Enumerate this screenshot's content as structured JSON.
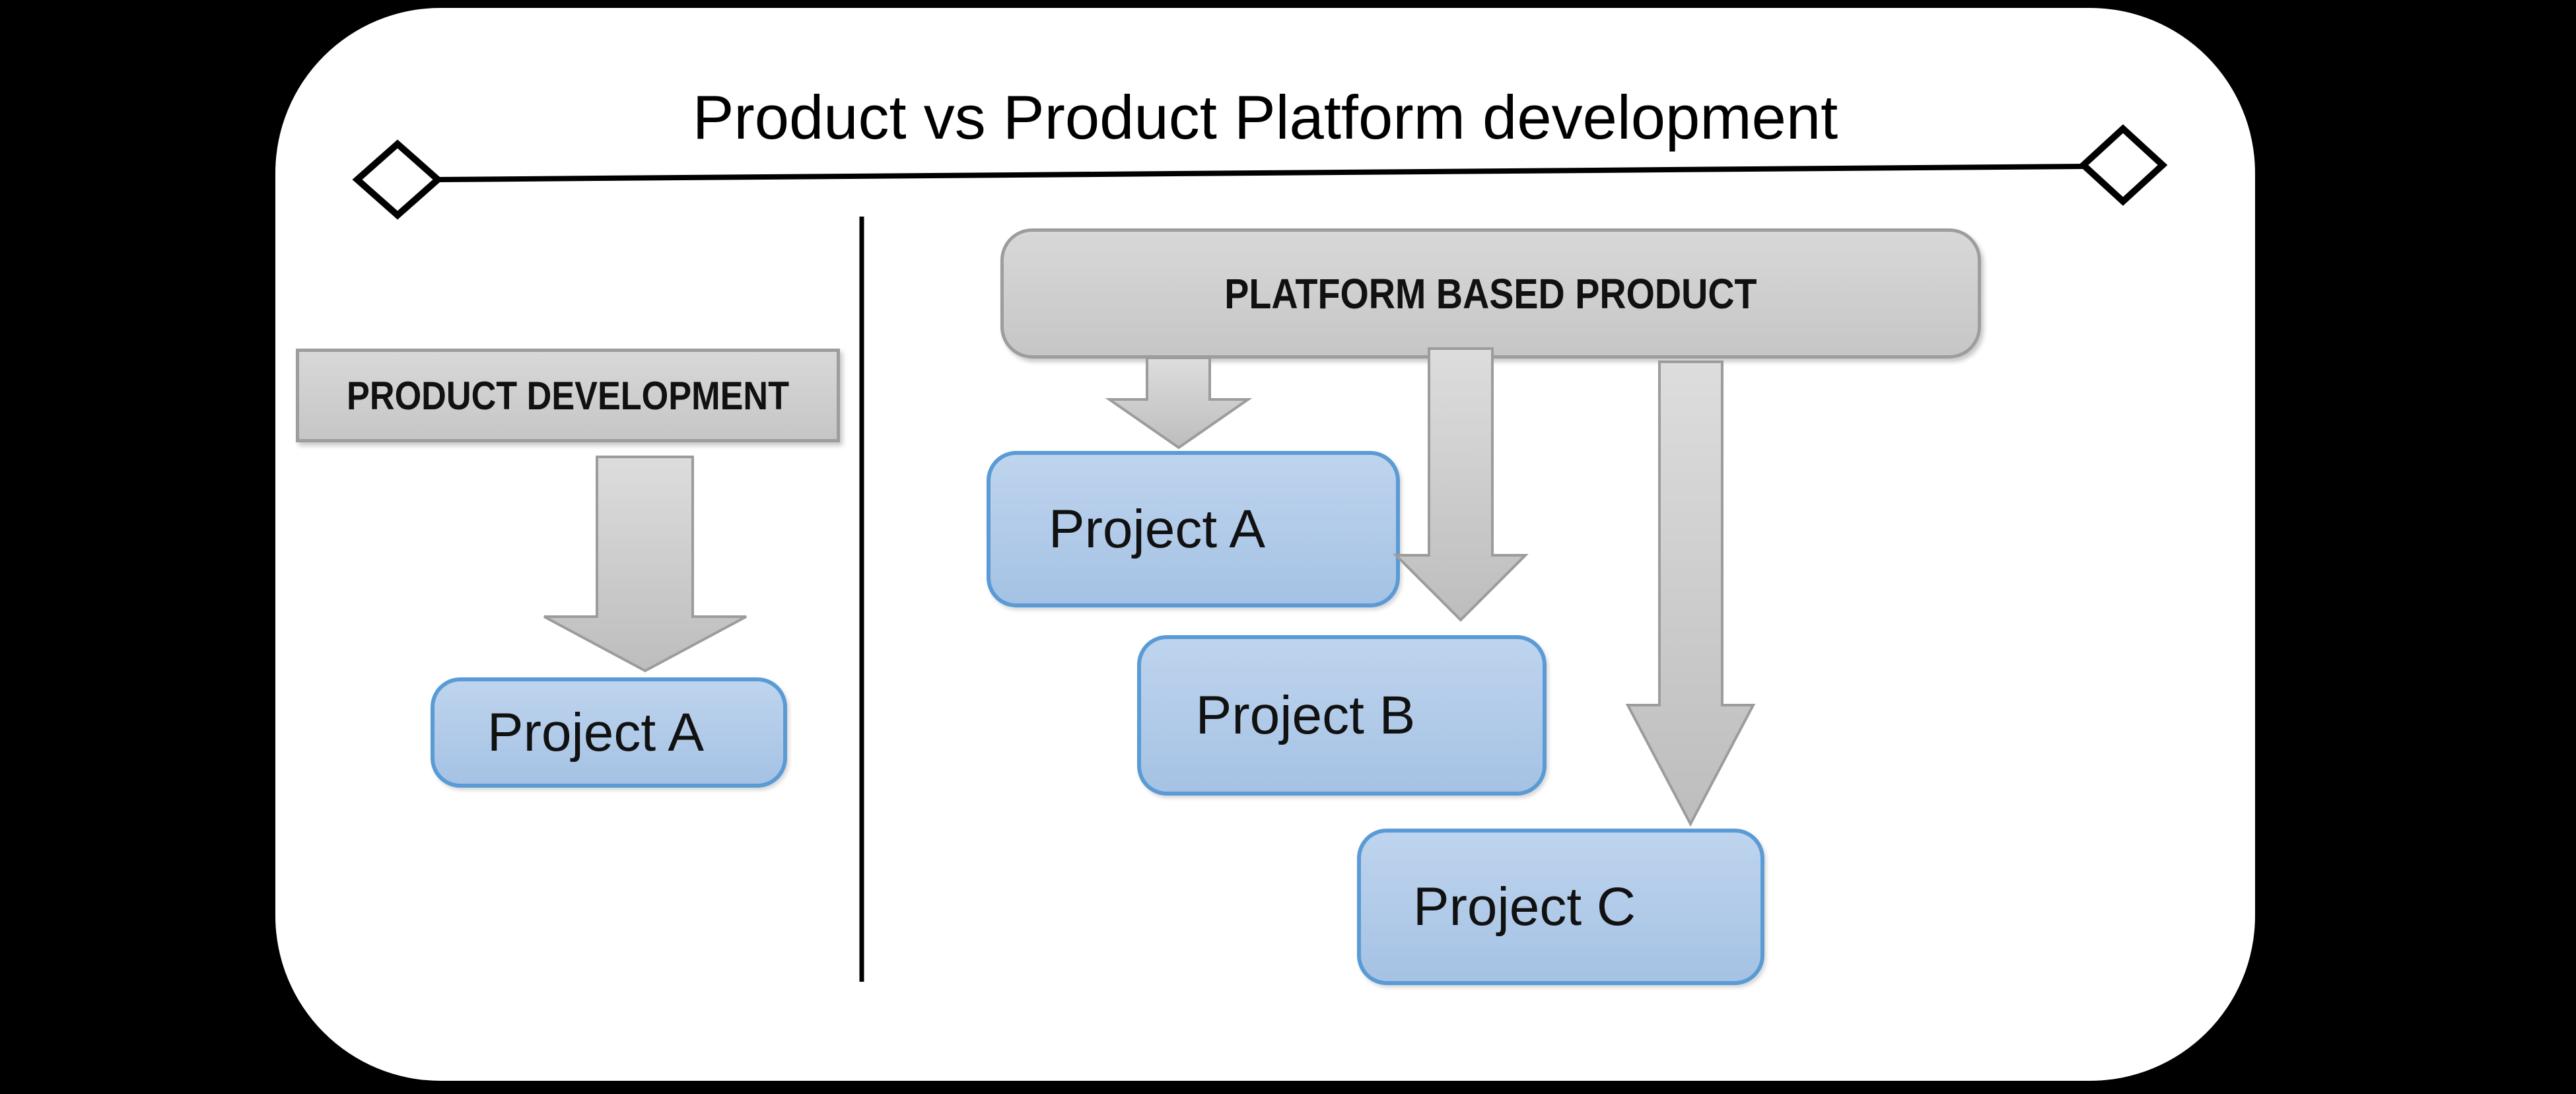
{
  "title": "Product vs Product Platform development",
  "colors": {
    "background": "#000000",
    "panel": "#ffffff",
    "rule_line": "#000000",
    "divider": "#000000",
    "text": "#111111",
    "gray_box_fill_top": "#d8d8d8",
    "gray_box_fill_bottom": "#c6c6c6",
    "gray_box_border": "#9d9d9d",
    "arrow_fill_top": "#dddddd",
    "arrow_fill_bottom": "#bdbdbd",
    "arrow_border": "#9c9c9c",
    "blue_box_fill_top": "#bed4ee",
    "blue_box_fill_bottom": "#a5c2e4",
    "blue_box_border": "#5b9bd5"
  },
  "left_section": {
    "header": "PRODUCT DEVELOPMENT",
    "projects": [
      {
        "label": "Project A"
      }
    ]
  },
  "right_section": {
    "header": "PLATFORM BASED PRODUCT",
    "projects": [
      {
        "label": "Project A"
      },
      {
        "label": "Project B"
      },
      {
        "label": "Project C"
      }
    ]
  }
}
